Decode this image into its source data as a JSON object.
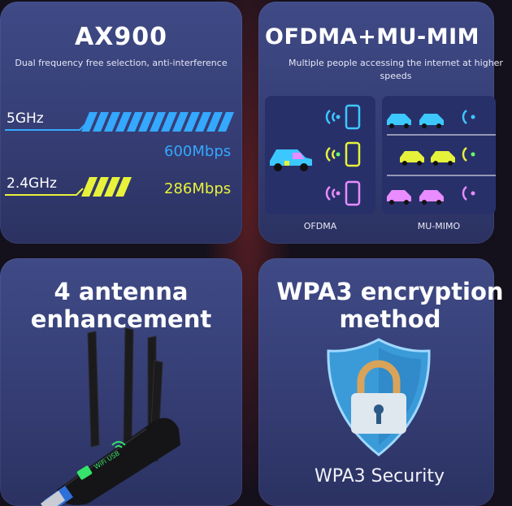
{
  "card_ax900": {
    "title": "AX900",
    "subtitle": "Dual frequency free selection, anti-interference",
    "band_5": {
      "label": "5GHz",
      "speed": "600Mbps",
      "color": "#35a8ff"
    },
    "band_24": {
      "label": "2.4GHz",
      "speed": "286Mbps",
      "color": "#e9f23a"
    }
  },
  "card_ofdma": {
    "title": "OFDMA+MU-MIM",
    "subtitle": "Multiple people accessing the internet at higher speeds",
    "left_label": "OFDMA",
    "right_label": "MU-MIMO",
    "colors": {
      "blue": "#3cc8ff",
      "yellow": "#e6f23a",
      "pink": "#e88cff",
      "green": "#66ff66"
    }
  },
  "card_antenna": {
    "title": "4 antenna enhancement",
    "device_label": "WiFi USB",
    "accent": "#36e36b"
  },
  "card_wpa3": {
    "title": "WPA3 encryption method",
    "caption": "WPA3 Security",
    "shield_color": "#3b9bd9"
  }
}
